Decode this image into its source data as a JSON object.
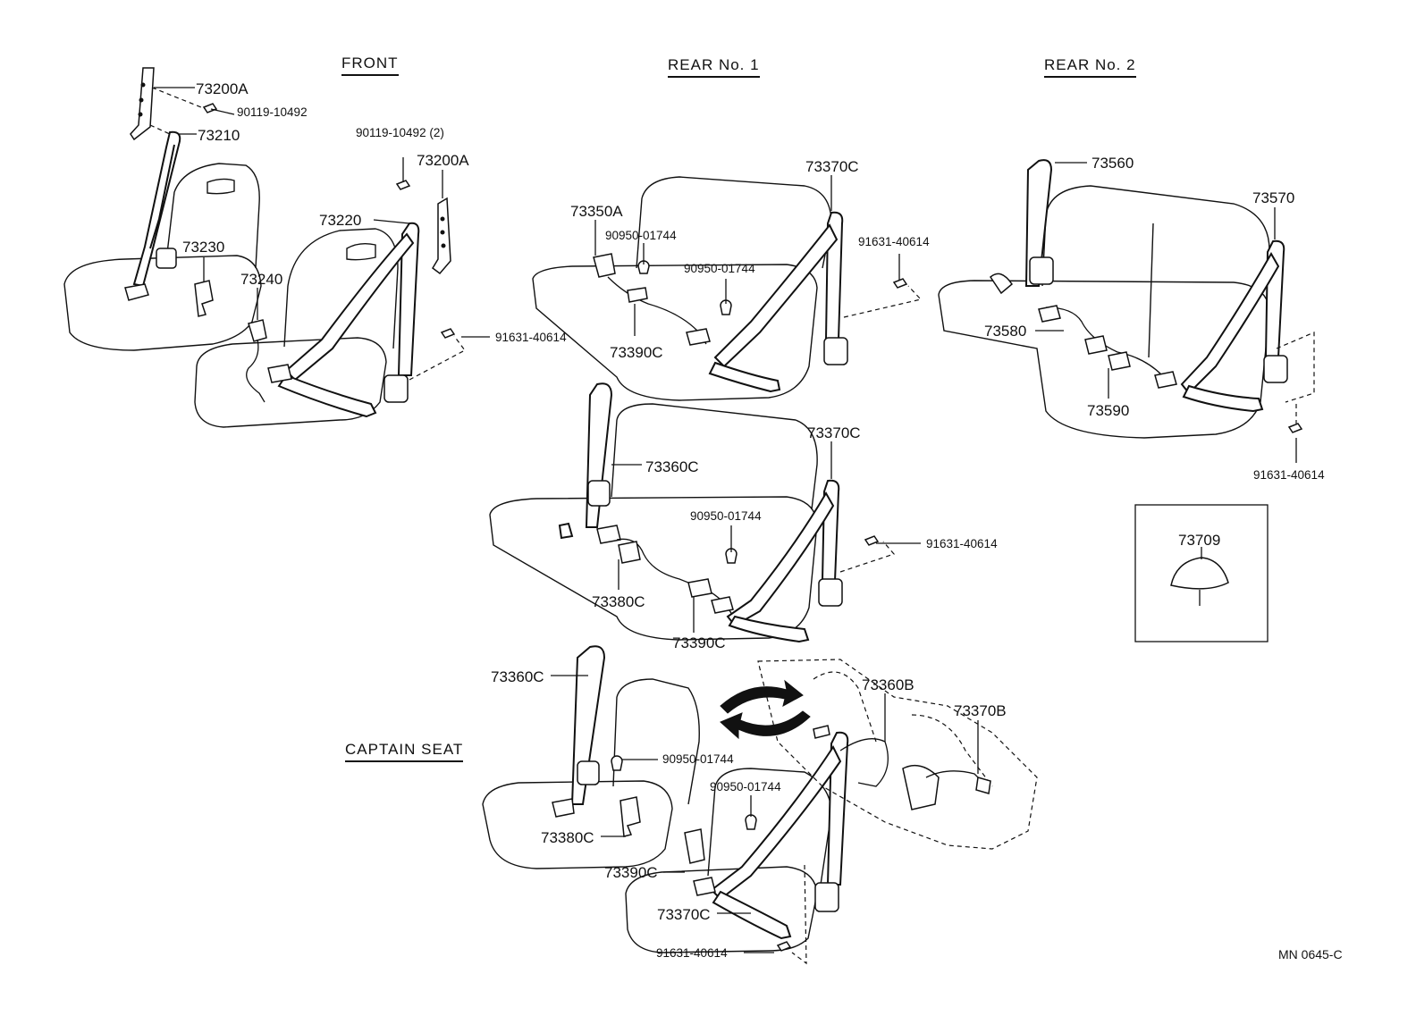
{
  "sections": {
    "front": "FRONT",
    "rear1": "REAR  No. 1",
    "rear2": "REAR  No. 2",
    "captain": "CAPTAIN  SEAT"
  },
  "labels": {
    "p73200A_top": "73200A",
    "p90119_top": "90119-10492",
    "p73210": "73210",
    "p90119_2": "90119-10492 (2)",
    "p73200A_mid": "73200A",
    "p73220": "73220",
    "p73230": "73230",
    "p73240": "73240",
    "p91631_front": "91631-40614",
    "p73350A": "73350A",
    "p90950_r1a": "90950-01744",
    "p90950_r1b": "90950-01744",
    "p73370C_top": "73370C",
    "p91631_r1top": "91631-40614",
    "p73390C_top": "73390C",
    "p73360C_mid": "73360C",
    "p73370C_mid": "73370C",
    "p90950_mid": "90950-01744",
    "p91631_mid": "91631-40614",
    "p73380C_mid": "73380C",
    "p73390C_mid": "73390C",
    "p73560": "73560",
    "p73570": "73570",
    "p73580": "73580",
    "p73590": "73590",
    "p91631_r2": "91631-40614",
    "p73709": "73709",
    "p73360C_cap": "73360C",
    "p90950_cap1": "90950-01744",
    "p90950_cap2": "90950-01744",
    "p73380C_cap": "73380C",
    "p73390C_cap": "73390C",
    "p73370C_cap": "73370C",
    "p91631_cap": "91631-40614",
    "p73360B": "73360B",
    "p73370B": "73370B"
  },
  "footer_code": "MN  0645-C"
}
